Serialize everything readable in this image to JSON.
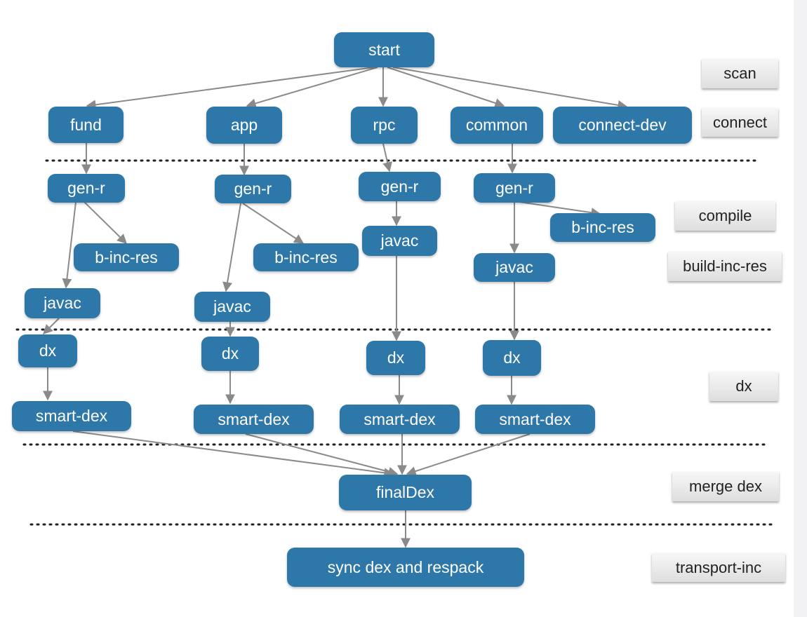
{
  "nodes": {
    "start": "start",
    "fund": "fund",
    "app": "app",
    "rpc": "rpc",
    "common": "common",
    "connect_dev": "connect-dev",
    "gen_r_fund": "gen-r",
    "gen_r_app": "gen-r",
    "gen_r_rpc": "gen-r",
    "gen_r_common": "gen-r",
    "b_inc_res_fund": "b-inc-res",
    "b_inc_res_app": "b-inc-res",
    "b_inc_res_common": "b-inc-res",
    "javac_fund": "javac",
    "javac_app": "javac",
    "javac_rpc": "javac",
    "javac_common": "javac",
    "dx_fund": "dx",
    "dx_app": "dx",
    "dx_rpc": "dx",
    "dx_common": "dx",
    "smart_dex_fund": "smart-dex",
    "smart_dex_app": "smart-dex",
    "smart_dex_rpc": "smart-dex",
    "smart_dex_common": "smart-dex",
    "final_dex": "finalDex",
    "sync": "sync dex and respack"
  },
  "stages": {
    "scan": "scan",
    "connect": "connect",
    "compile": "compile",
    "build_inc_res": "build-inc-res",
    "dx": "dx",
    "merge_dex": "merge dex",
    "transport_inc": "transport-inc"
  },
  "colors": {
    "node_fill": "#2e77a9",
    "node_text": "#ffffff",
    "edge": "#8a8a8a",
    "separator": "#222222"
  }
}
